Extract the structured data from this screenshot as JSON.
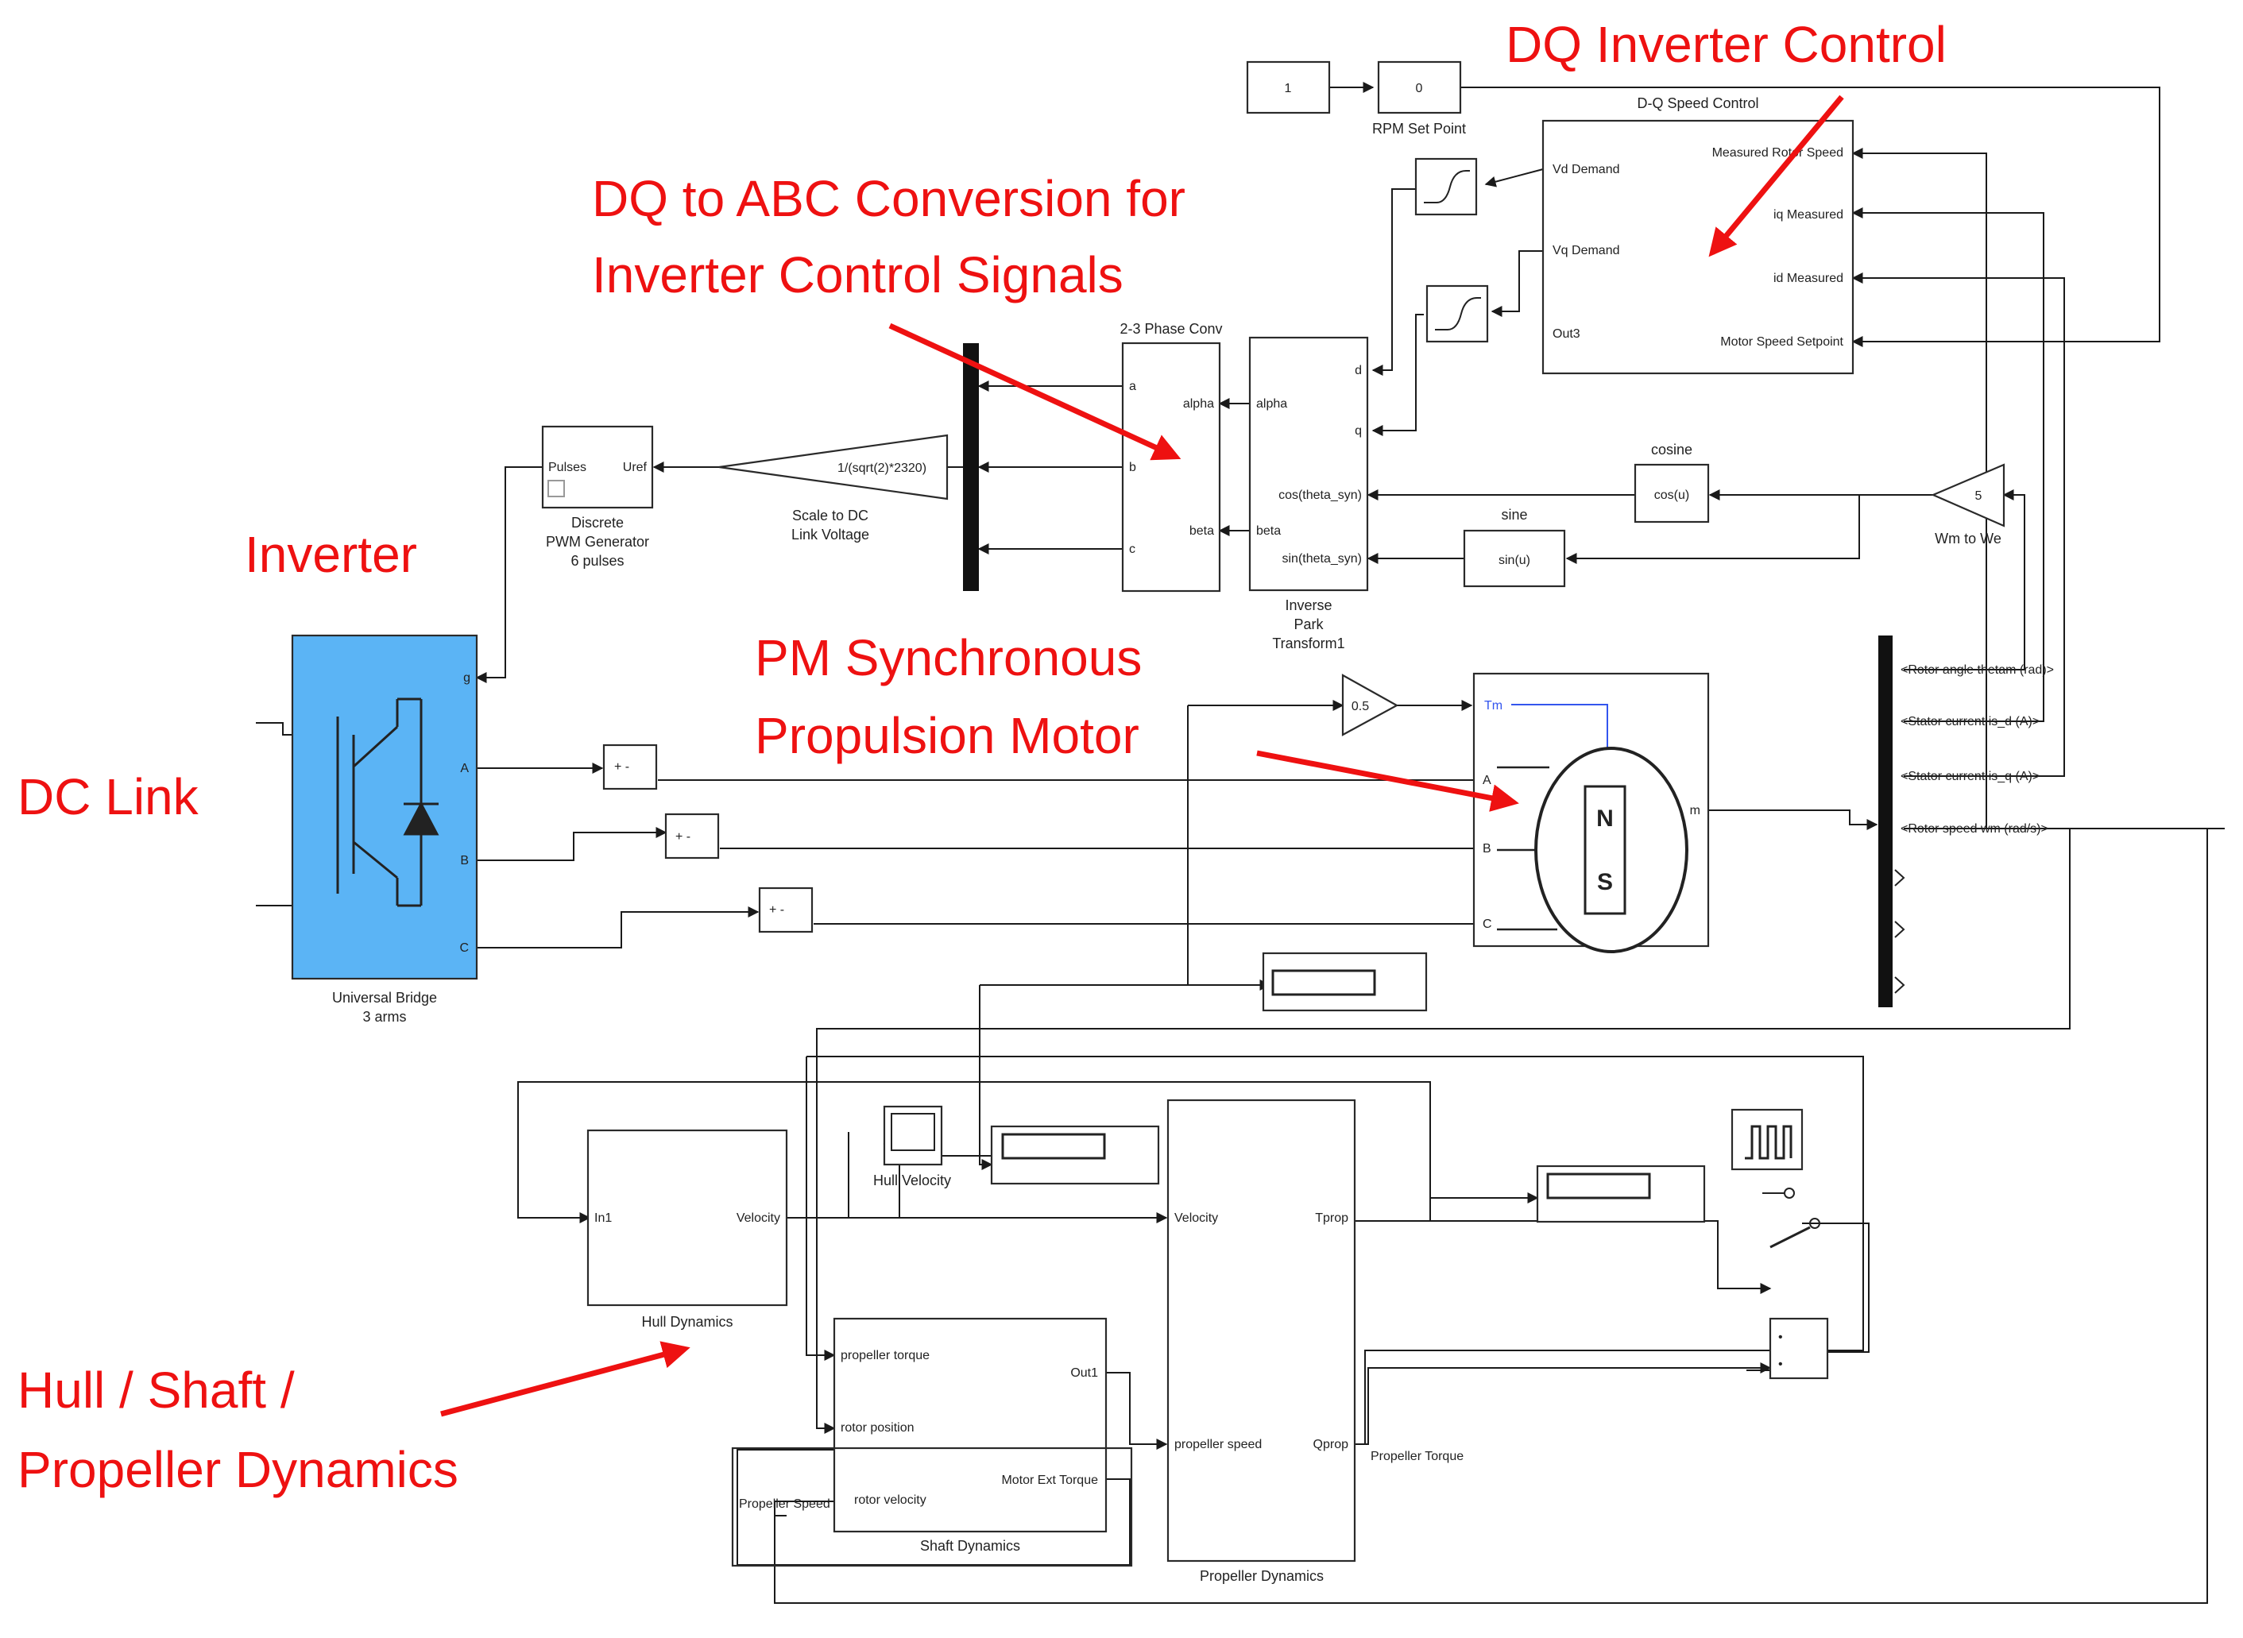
{
  "annotations": {
    "dq_inverter_control": "DQ Inverter Control",
    "dq_to_abc_line1": "DQ to ABC Conversion for",
    "dq_to_abc_line2": "Inverter Control Signals",
    "inverter": "Inverter",
    "dc_link": "DC Link",
    "pm_motor_line1": "PM Synchronous",
    "pm_motor_line2": "Propulsion Motor",
    "hull_line1": "Hull / Shaft /",
    "hull_line2": "Propeller Dynamics"
  },
  "blocks": {
    "const_1": "1",
    "const_0": "0",
    "rpm_setpoint": "RPM Set Point",
    "dq_speed_control": {
      "title": "D-Q Speed Control",
      "vd_demand": "Vd Demand",
      "vq_demand": "Vq Demand",
      "out3": "Out3",
      "measured_rotor_speed": "Measured Rotor Speed",
      "iq_measured": "iq Measured",
      "id_measured": "id Measured",
      "motor_speed_setpoint": "Motor Speed Setpoint"
    },
    "phase_conv": {
      "title": "2-3 Phase Conv",
      "a": "a",
      "b": "b",
      "c": "c",
      "alpha": "alpha",
      "beta": "beta"
    },
    "inverse_park": {
      "name1": "Inverse",
      "name2": "Park",
      "name3": "Transform1",
      "alpha": "alpha",
      "beta": "beta",
      "d": "d",
      "q": "q",
      "cos": "cos(theta_syn)",
      "sin": "sin(theta_syn)"
    },
    "pwm": {
      "pulses": "Pulses",
      "uref": "Uref",
      "name1": "Discrete",
      "name2": "PWM Generator",
      "name3": "6 pulses"
    },
    "scale_gain": {
      "value": "1/(sqrt(2)*2320)",
      "name1": "Scale to DC",
      "name2": "Link Voltage"
    },
    "cosine": {
      "title": "cosine",
      "fn": "cos(u)"
    },
    "sine": {
      "title": "sine",
      "fn": "sin(u)"
    },
    "wm_to_we": {
      "value": "5",
      "name": "Wm to We"
    },
    "universal_bridge": {
      "g": "g",
      "a": "A",
      "b": "B",
      "c": "C",
      "name1": "Universal Bridge",
      "name2": "3 arms"
    },
    "gain_05": "0.5",
    "motor": {
      "tm": "Tm",
      "a": "A",
      "b": "B",
      "c": "C",
      "m": "m",
      "n_label": "N",
      "s_label": "S"
    },
    "bus_selector": {
      "out1": "<Rotor angle thetam (rad)>",
      "out2": "<Stator current is_d (A)>",
      "out3": "<Stator current is_q (A)>",
      "out4": "<Rotor speed wm (rad/s)>"
    },
    "hull": {
      "in1": "In1",
      "velocity": "Velocity",
      "name": "Hull Dynamics"
    },
    "hull_velocity_scope": "Hull Velocity",
    "propeller": {
      "velocity": "Velocity",
      "tprop": "Tprop",
      "propeller_speed": "propeller speed",
      "qprop": "Qprop",
      "name": "Propeller Dynamics"
    },
    "shaft": {
      "propeller_torque": "propeller torque",
      "rotor_position": "rotor position",
      "rotor_velocity": "rotor velocity",
      "out1": "Out1",
      "motor_ext_torque": "Motor Ext Torque",
      "name": "Shaft Dynamics"
    },
    "propeller_speed_label": "Propeller Speed",
    "propeller_torque_label": "Propeller Torque"
  },
  "colors": {
    "annotation": "#ee1111",
    "bridge_fill": "#5bb4f5",
    "tm_wire": "#3355ee"
  }
}
